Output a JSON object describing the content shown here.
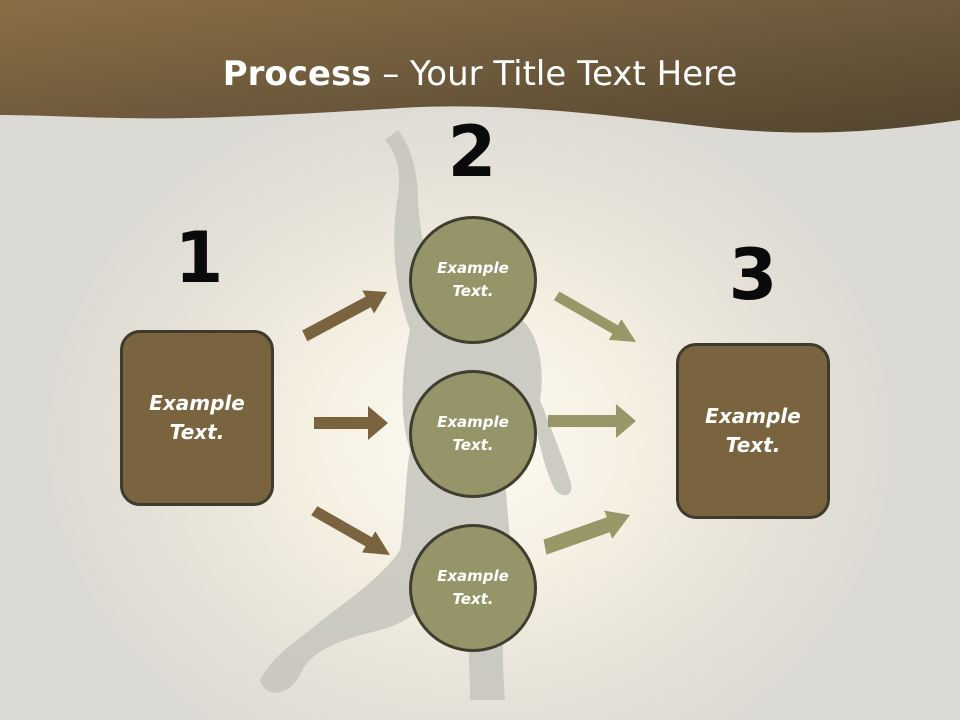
{
  "slide": {
    "title_bold": "Process",
    "title_rest": " – Your Title Text Here",
    "colors": {
      "header": "#7b6540",
      "box_fill": "#7a6440",
      "circle_fill": "#96956a",
      "arrow_left": "#7a6440",
      "arrow_right": "#989767"
    }
  },
  "steps": [
    {
      "number": "1",
      "text": "Example\nText."
    },
    {
      "number": "2",
      "circles": [
        "Example\nText.",
        "Example\nText.",
        "Example\nText."
      ]
    },
    {
      "number": "3",
      "text": "Example\nText."
    }
  ]
}
